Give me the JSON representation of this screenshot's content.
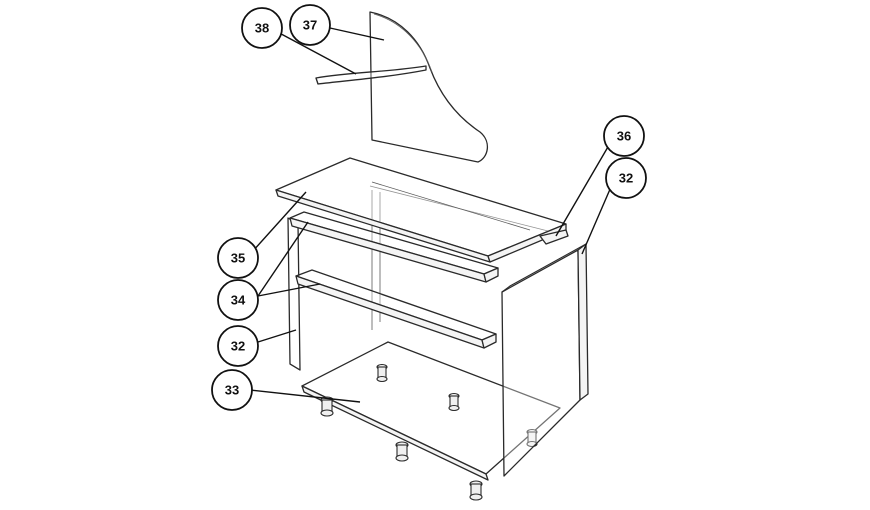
{
  "callouts": {
    "c38": "38",
    "c37": "37",
    "c36": "36",
    "c32_right": "32",
    "c35": "35",
    "c34": "34",
    "c32_left": "32",
    "c33": "33"
  }
}
